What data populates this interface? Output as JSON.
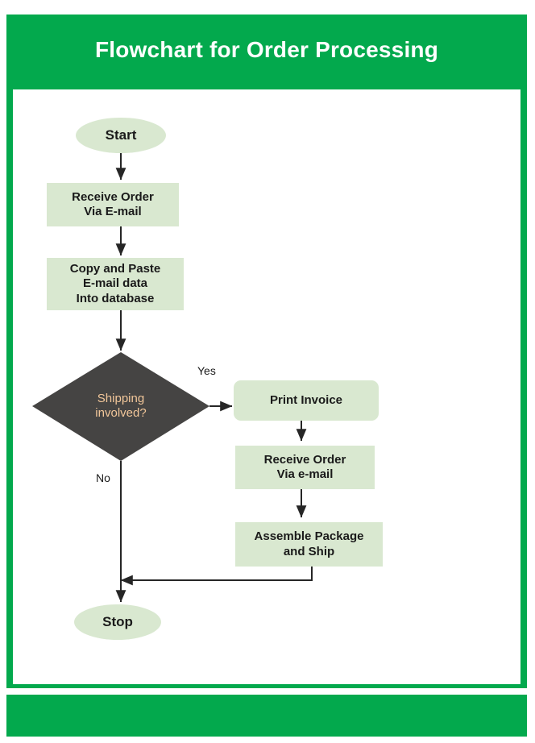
{
  "header": {
    "title": "Flowchart for Order Processing"
  },
  "colors": {
    "brand_green": "#03a94d",
    "node_fill": "#d9e8d0",
    "decision_fill": "#454443",
    "decision_text": "#f2c79a",
    "node_text": "#1a1a1a",
    "connector": "#262626",
    "page_background": "#ffffff"
  },
  "chart_data": {
    "type": "diagram",
    "title": "Flowchart for Order Processing",
    "nodes": [
      {
        "id": "start",
        "shape": "ellipse",
        "label": "Start"
      },
      {
        "id": "receive1",
        "shape": "rectangle",
        "label": "Receive Order\nVia E-mail"
      },
      {
        "id": "copy",
        "shape": "rectangle",
        "label": "Copy and Paste\nE-mail data\nInto database"
      },
      {
        "id": "decision",
        "shape": "diamond",
        "label": "Shipping\ninvolved?"
      },
      {
        "id": "invoice",
        "shape": "rounded-rectangle",
        "label": "Print Invoice"
      },
      {
        "id": "receive2",
        "shape": "rectangle",
        "label": "Receive Order\nVia e-mail"
      },
      {
        "id": "assemble",
        "shape": "rectangle",
        "label": "Assemble Package\nand Ship"
      },
      {
        "id": "stop",
        "shape": "ellipse",
        "label": "Stop"
      }
    ],
    "edges": [
      {
        "from": "start",
        "to": "receive1",
        "label": ""
      },
      {
        "from": "receive1",
        "to": "copy",
        "label": ""
      },
      {
        "from": "copy",
        "to": "decision",
        "label": ""
      },
      {
        "from": "decision",
        "to": "invoice",
        "label": "Yes"
      },
      {
        "from": "decision",
        "to": "stop",
        "label": "No"
      },
      {
        "from": "invoice",
        "to": "receive2",
        "label": ""
      },
      {
        "from": "receive2",
        "to": "assemble",
        "label": ""
      },
      {
        "from": "assemble",
        "to": "stop",
        "label": ""
      }
    ]
  },
  "nodes": {
    "start": {
      "line1": "Start"
    },
    "receive_order_1": {
      "line1": "Receive Order",
      "line2": "Via E-mail"
    },
    "copy_paste": {
      "line1": "Copy and Paste",
      "line2": "E-mail data",
      "line3": "Into database"
    },
    "decision": {
      "line1": "Shipping",
      "line2": "involved?"
    },
    "print_invoice": {
      "line1": "Print Invoice"
    },
    "receive_order_2": {
      "line1": "Receive Order",
      "line2": "Via e-mail"
    },
    "assemble_ship": {
      "line1": "Assemble Package",
      "line2": "and Ship"
    },
    "stop": {
      "line1": "Stop"
    }
  },
  "edge_labels": {
    "yes": "Yes",
    "no": "No"
  }
}
